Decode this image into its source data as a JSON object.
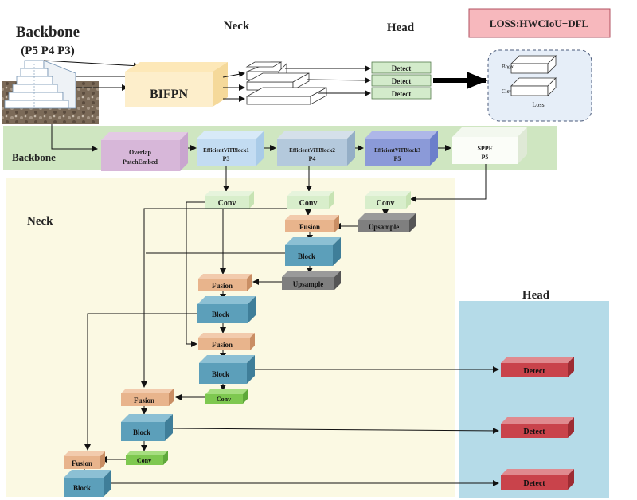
{
  "top": {
    "backbone_title": "Backbone",
    "backbone_sub": "(P5 P4 P3)",
    "neck_title": "Neck",
    "head_title": "Head",
    "loss_label": "LOSS:HWCIoU+DFL",
    "bifpn": "BIFPN",
    "detect_labels": [
      "Detect",
      "Detect",
      "Detect"
    ],
    "loss_box": {
      "bbox": "Bbox",
      "cls": "Cls",
      "loss": "Loss"
    }
  },
  "backbone": {
    "title": "Backbone",
    "blocks": [
      {
        "line1": "Overlap",
        "line2": "PatchEmbed"
      },
      {
        "line1": "EfficientViTBlock1",
        "line2": "P3"
      },
      {
        "line1": "EfficientViTBlock2",
        "line2": "P4"
      },
      {
        "line1": "EfficientViTBlock3",
        "line2": "P5"
      },
      {
        "line1": "SPPF",
        "line2": "P5"
      }
    ]
  },
  "neck": {
    "title": "Neck",
    "conv": "Conv",
    "fusion": "Fusion",
    "block": "Block",
    "upsample": "Upsample"
  },
  "head": {
    "title": "Head",
    "detect": "Detect"
  },
  "colors": {
    "backbone_band": "#cfe6c1",
    "neck_area": "#fbf9e3",
    "head_area": "#b5dbe8",
    "loss_box": "#f7b8bd",
    "fusion": "#e8b48c",
    "block": "#5c9fba",
    "upsample": "#7f7f7f",
    "conv_small": "#7ec850",
    "detect_red": "#c9434b"
  }
}
